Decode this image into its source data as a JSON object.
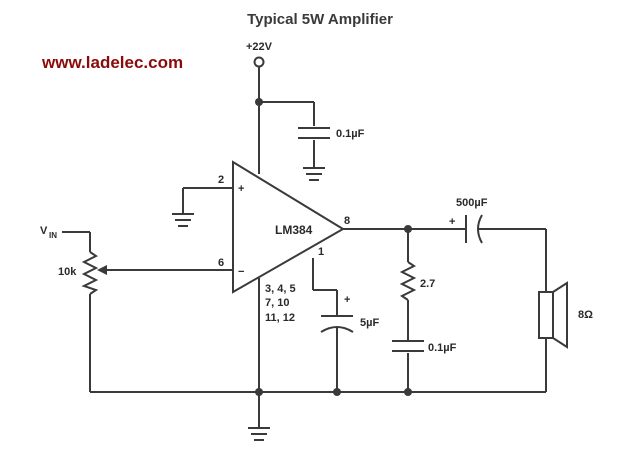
{
  "title": "Typical 5W Amplifier",
  "watermark": "www.ladelec.com",
  "supply": {
    "label": "+22V"
  },
  "amplifier": {
    "name": "LM384",
    "pin_noninverting": "2",
    "pin_inverting": "6",
    "pin_output": "8",
    "pin_bypass": "1",
    "plus_sign": "+",
    "minus_sign": "−",
    "ground_pins": [
      "3, 4, 5",
      "7, 10",
      "11, 12"
    ]
  },
  "components": {
    "supply_cap": "0.1µF",
    "bypass_cap": "5µF",
    "bypass_cap_polarity": "+",
    "pot_label": "10k",
    "input_label_main": "V",
    "input_label_sub": "IN",
    "resistor": "2.7",
    "filter_cap": "0.1µF",
    "output_cap": "500µF",
    "output_cap_polarity": "+",
    "speaker": "8Ω"
  },
  "colors": {
    "wire": "#3a3a3a",
    "watermark": "#8b0a0a",
    "text": "#2a2a2a"
  }
}
